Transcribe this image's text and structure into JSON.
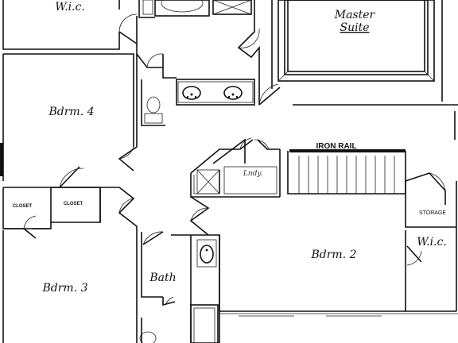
{
  "rooms": {
    "wic_top": "W.i.c.",
    "master_suite_line1": "Master",
    "master_suite_line2": "Suite",
    "bdrm4": "Bdrm. 4",
    "bdrm3": "Bdrm. 3",
    "bdrm2": "Bdrm. 2",
    "bath": "Bath",
    "closet_left": "CLOSET",
    "closet_right": "CLOSET",
    "iron_rail": "IRON RAIL",
    "lndy": "Lndy.",
    "storage": "STORAGE",
    "wic_right": "W.i.c."
  }
}
